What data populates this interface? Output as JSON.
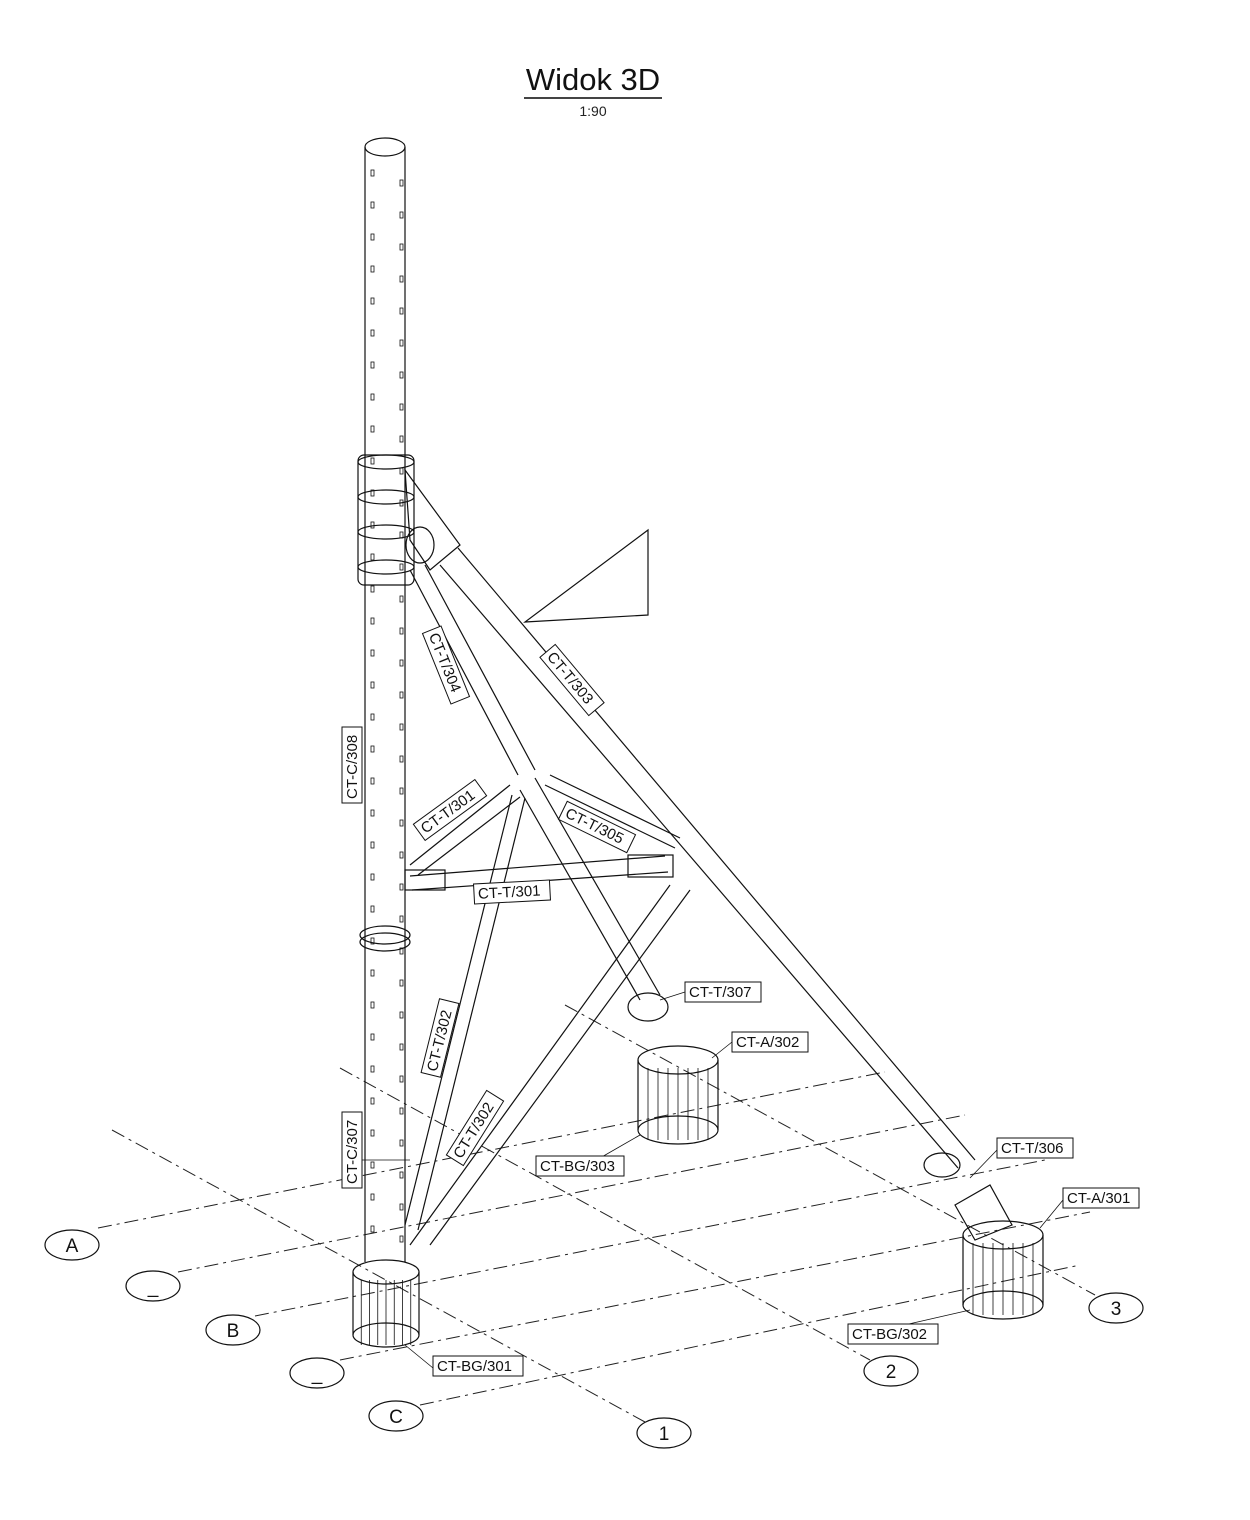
{
  "title": "Widok 3D",
  "scale": "1:90",
  "grid_bubbles": [
    "A",
    "_",
    "B",
    "_",
    "C",
    "1",
    "2",
    "3"
  ],
  "labels": {
    "ct_c_308": "CT-C/308",
    "ct_c_307": "CT-C/307",
    "ct_t_304": "CT-T/304",
    "ct_t_303": "CT-T/303",
    "ct_t_301_upper": "CT-T/301",
    "ct_t_305": "CT-T/305",
    "ct_t_301_lower": "CT-T/301",
    "ct_t_302_left": "CT-T/302",
    "ct_t_302_right": "CT-T/302",
    "ct_t_307": "CT-T/307",
    "ct_a_302": "CT-A/302",
    "ct_bg_303": "CT-BG/303",
    "ct_t_306": "CT-T/306",
    "ct_a_301": "CT-A/301",
    "ct_bg_302": "CT-BG/302",
    "ct_bg_301": "CT-BG/301"
  }
}
